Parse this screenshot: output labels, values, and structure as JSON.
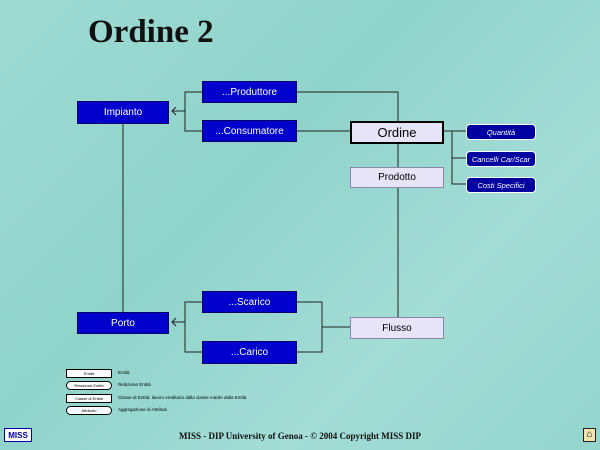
{
  "title": "Ordine 2",
  "entities": {
    "impianto": "Impianto",
    "porto": "Porto",
    "produttore": "...Produttore",
    "consumatore": "...Consumatore",
    "scarico": "...Scarico",
    "carico": "...Carico",
    "ordine": "Ordine",
    "prodotto": "Prodotto",
    "flusso": "Flusso"
  },
  "attributes": [
    "Quantità",
    "Cancelli Car/Scar",
    "Costi Specifici"
  ],
  "legend": [
    {
      "box": "Entità",
      "text": "Entità"
    },
    {
      "box": "Relazione Entità",
      "text": "Relazione Entità"
    },
    {
      "box": "Classe di Entità",
      "text": "Classe di Entità: lavoro ereditario dalla classe madre dalla Entità"
    },
    {
      "box": "Attributo",
      "text": "Aggregazione di Attributi"
    }
  ],
  "footer": "MISS - DIP University of Genoa  -  © 2004 Copyright MISS DIP",
  "logo": "MISS",
  "home_icon": "home-icon"
}
